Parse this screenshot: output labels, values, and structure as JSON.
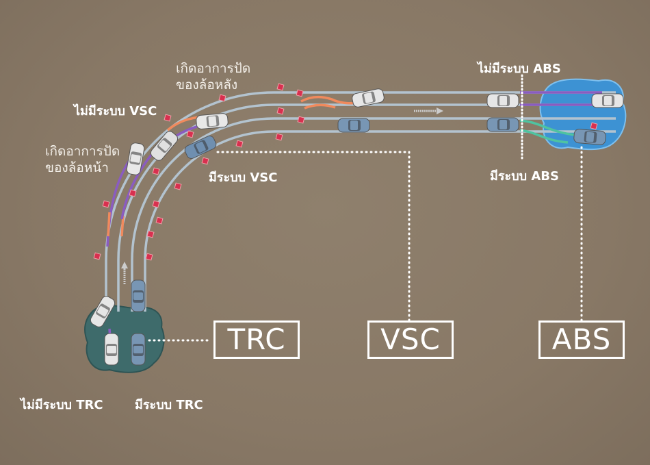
{
  "labels": {
    "no_abs": "ไม่มีระบบ ABS",
    "with_abs": "มีระบบ ABS",
    "rear_skid": [
      "เกิดอาการปัด",
      "ของล้อหลัง"
    ],
    "no_vsc": "ไม่มีระบบ VSC",
    "front_skid": [
      "เกิดอาการปัด",
      "ของล้อหน้า"
    ],
    "with_vsc": "มีระบบ VSC",
    "no_trc": "ไม่มีระบบ TRC",
    "with_trc": "มีระบบ TRC"
  },
  "boxes": [
    "TRC",
    "VSC",
    "ABS"
  ],
  "colors": {
    "background": "#8b7b69",
    "road_line": "#b3c3cf",
    "marker": "#d8304f",
    "skid_orange": "#f08a5d",
    "skid_purple": "#8a5cc0",
    "abs_green": "#4fc3a1",
    "puddle_left": "#3d6a6a",
    "puddle_right": "#3a8fd0"
  }
}
